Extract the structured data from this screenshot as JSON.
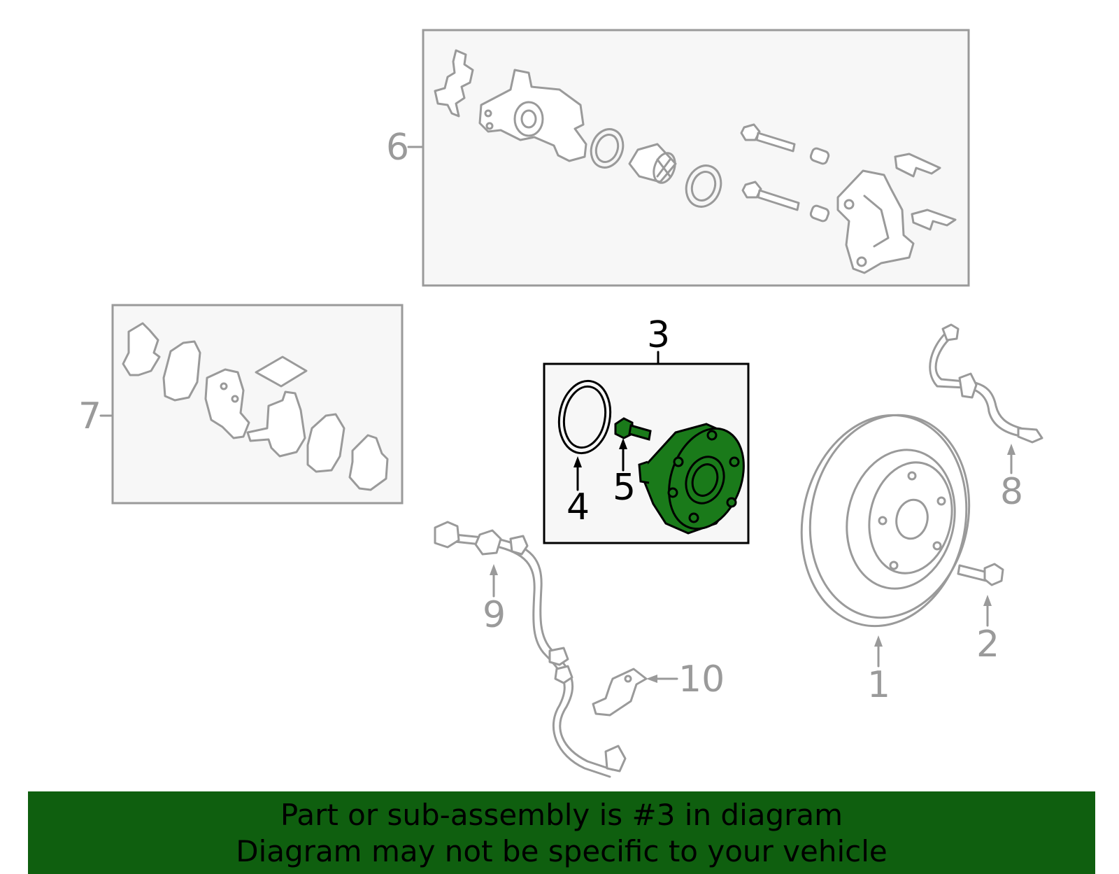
{
  "callouts": {
    "c1": "1",
    "c2": "2",
    "c3": "3",
    "c4": "4",
    "c5": "5",
    "c6": "6",
    "c7": "7",
    "c8": "8",
    "c9": "9",
    "c10": "10"
  },
  "banner": {
    "line1": "Part or sub-assembly is #3 in diagram",
    "line2": "Diagram may not be specific to your vehicle"
  },
  "colors": {
    "highlight": "#0f5f0f",
    "part_fill": "#1a7a1a",
    "grey": "#9a9a9a",
    "box_fill": "#f7f7f7"
  }
}
